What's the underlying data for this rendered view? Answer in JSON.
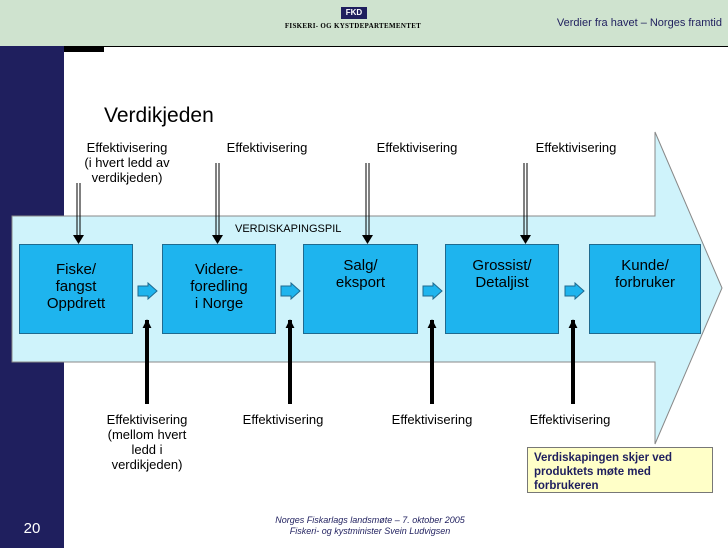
{
  "header": {
    "logo_abbr": "FKD",
    "logo_text": "FISKERI- OG KYSTDEPARTEMENTET",
    "slogan": "Verdier fra havet – Norges framtid"
  },
  "title": "Verdikjeden",
  "arrow_label": "VERDISKAPINGSPIL",
  "top_labels": [
    "Effektivisering\n(i hvert ledd av\nverdikjeden)",
    "Effektivisering",
    "Effektivisering",
    "Effektivisering"
  ],
  "boxes": [
    "Fiske/\nfangst\nOppdrett",
    "Videre-\nforedling\ni Norge",
    "Salg/\neksport",
    "Grossist/\nDetaljist",
    "Kunde/\nforbruker"
  ],
  "bottom_labels": [
    "Effektivisering\n(mellom hvert\nledd i\nverdikjeden)",
    "Effektivisering",
    "Effektivisering",
    "Effektivisering"
  ],
  "note": "Verdiskapingen skjer ved produktets møte med forbrukeren",
  "footer": {
    "line1": "Norges Fiskarlags landsmøte – 7. oktober 2005",
    "line2": "Fiskeri- og kystminister Svein Ludvigsen"
  },
  "page_number": "20",
  "colors": {
    "sidebar": "#1f1f5e",
    "header_band": "#cfe3cf",
    "big_arrow": "#cff3fb",
    "box_fill": "#1eb4ee",
    "note_fill": "#ffffc8"
  }
}
